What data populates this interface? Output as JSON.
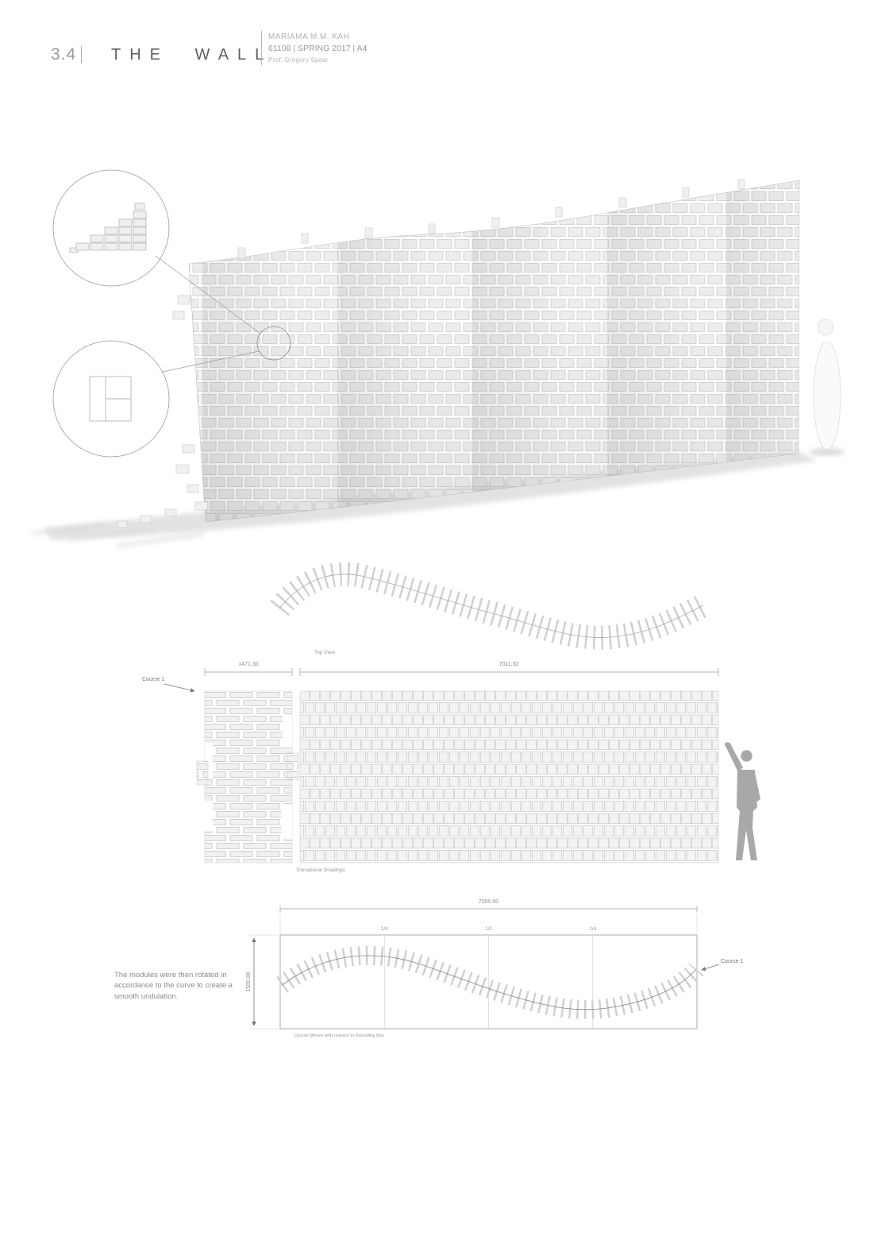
{
  "header": {
    "section_number": "3.4",
    "title": "THE WALL",
    "student": "MARIAMA M.M. KAH",
    "course_info": "61108 | SPRING 2017 | A4",
    "professor": "Prof. Gregory Spaw"
  },
  "top_view": {
    "caption": "Top View"
  },
  "elevation": {
    "dim_left": "1471.30",
    "dim_right": "7011.32",
    "course_label": "Course 1",
    "caption": "Elevational Drawings"
  },
  "course_diagram": {
    "dim_width": "7000.00",
    "dim_height": "1500.00",
    "quarter_labels": [
      "1/4",
      "1/2",
      "2/4"
    ],
    "course_label": "Course 1",
    "caption": "Course Moves with respect to Bounding Box",
    "description": "The modules were then rotated in accordance to the curve to create a smooth undulation."
  },
  "colors": {
    "background": "#ffffff",
    "line_gray": "#9a9a9a",
    "light_gray": "#c8c8c8",
    "text_gray": "#8a8a8a",
    "brick_fill": "#efefef",
    "shadow_gray": "#dedede",
    "figure_gray": "#a8a8a8"
  }
}
